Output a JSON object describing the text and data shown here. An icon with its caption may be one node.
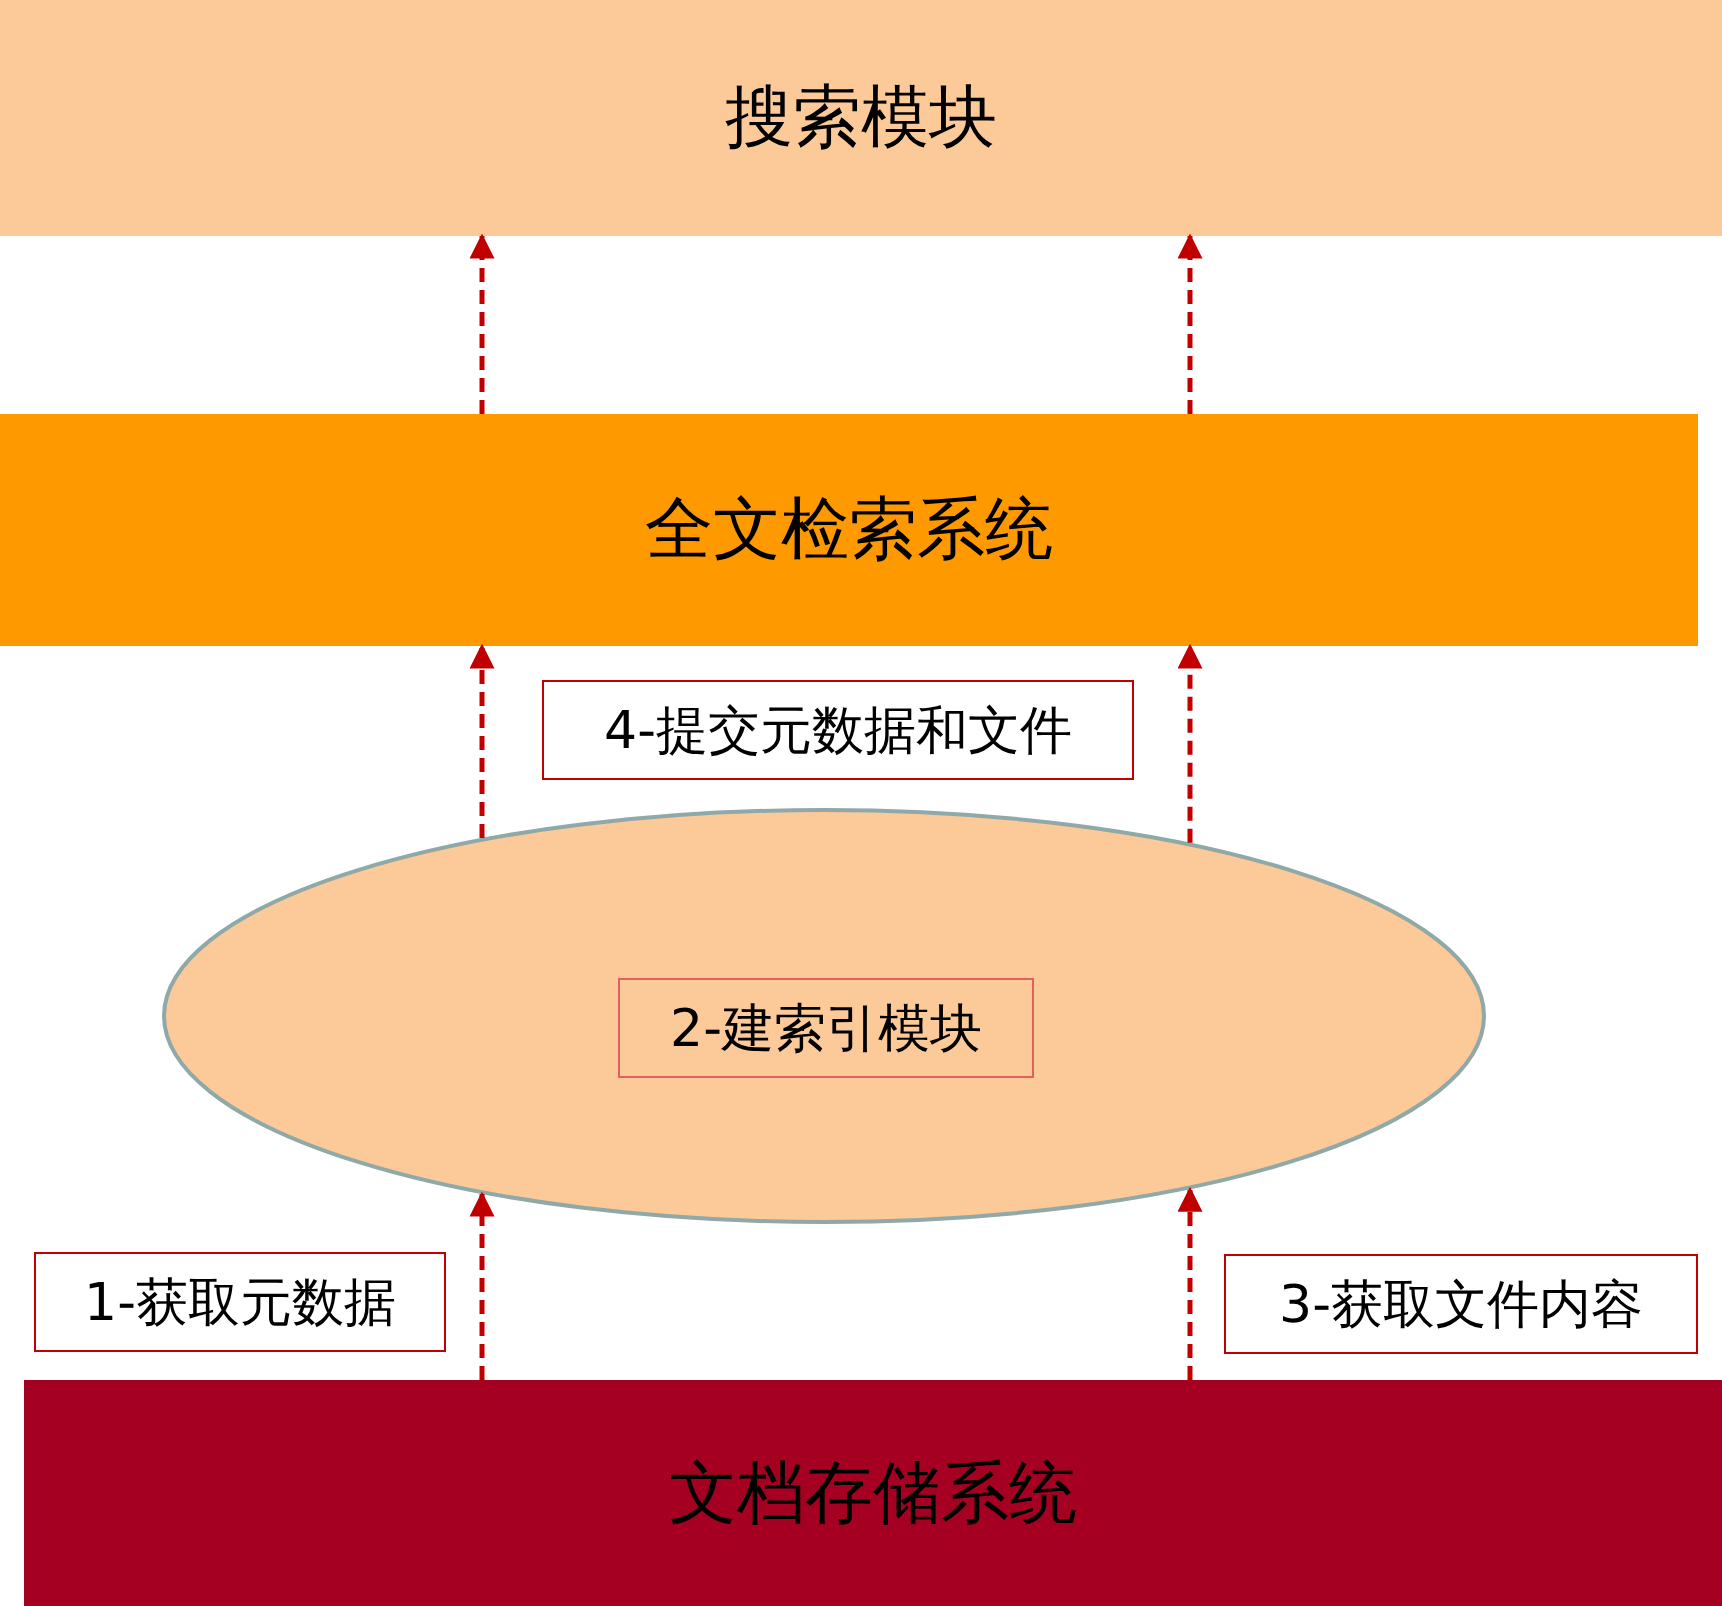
{
  "diagram": {
    "nodes": [
      {
        "text": [
          "搜索模块"
        ]
      },
      {
        "text": [
          "全文检索系统"
        ]
      },
      {
        "text": [],
        "shape": "ellipse"
      },
      {
        "text": [
          "2-建索引模块"
        ],
        "in": 2
      },
      {
        "text": [
          "文档存储系统"
        ]
      }
    ],
    "edges": [
      {
        "from": 1,
        "to": 0,
        "arrow": "to",
        "style": "dashed"
      },
      {
        "from": 1,
        "to": 0,
        "arrow": "to",
        "style": "dashed"
      },
      {
        "from": 2,
        "to": 1,
        "arrow": "to",
        "style": "dashed",
        "label": "4-提交元数据和文件"
      },
      {
        "from": 2,
        "to": 1,
        "arrow": "to",
        "style": "dashed"
      },
      {
        "from": 4,
        "to": 2,
        "arrow": "to",
        "style": "dashed",
        "label": "1-获取元数据"
      },
      {
        "from": 4,
        "to": 2,
        "arrow": "to",
        "style": "dashed",
        "label": "3-获取文件内容"
      }
    ]
  }
}
